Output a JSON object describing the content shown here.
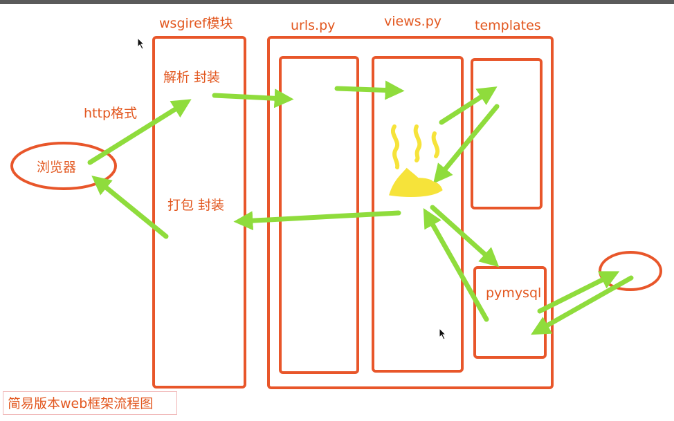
{
  "labels": {
    "wsgiref": "wsgiref模块",
    "urls": "urls.py",
    "views": "views.py",
    "templates": "templates",
    "parse": "解析 封装",
    "http": "http格式",
    "browser": "浏览器",
    "pack": "打包 封装",
    "pymysql": "pymysql"
  },
  "caption": "简易版本web框架流程图",
  "colors": {
    "box": "#e8562a",
    "arrow": "#8fdc3c",
    "doodle": "#f6e33a",
    "text": "#e2571f"
  }
}
